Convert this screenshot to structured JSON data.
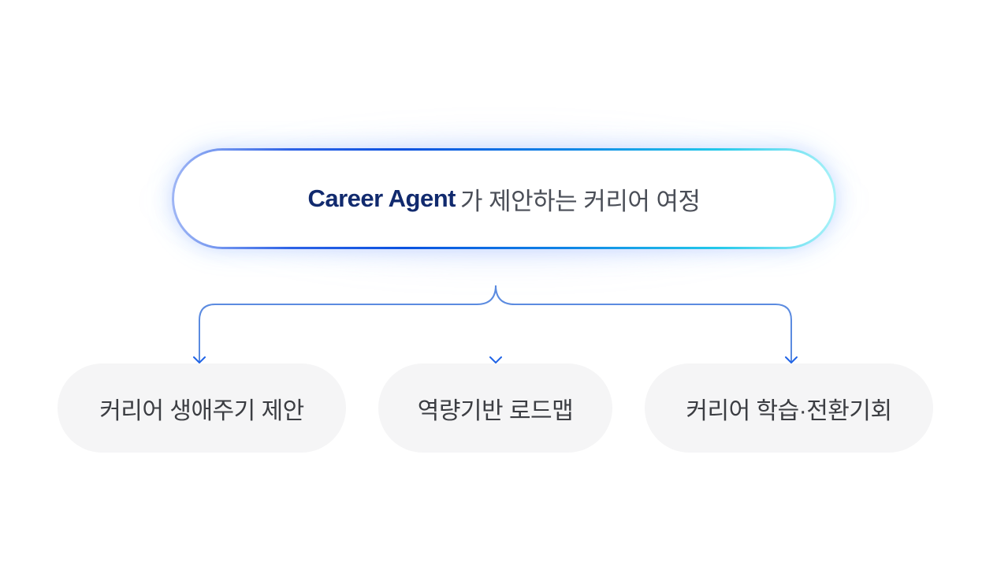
{
  "header": {
    "brand": "Career Agent",
    "title_rest": "가 제안하는 커리어 여정"
  },
  "children": [
    {
      "label": "커리어 생애주기 제안"
    },
    {
      "label": "역량기반 로드맵"
    },
    {
      "label": "커리어 학습·전환기회"
    }
  ],
  "colors": {
    "brand_text": "#112a6e",
    "body_text": "#4a4e57",
    "child_bg": "#f5f5f6",
    "connector": "#5b8be0",
    "arrow": "#1f63e6",
    "gradient_start": "#9fb6f5",
    "gradient_mid": "#0b52e0",
    "gradient_end": "#aaf2f8"
  }
}
